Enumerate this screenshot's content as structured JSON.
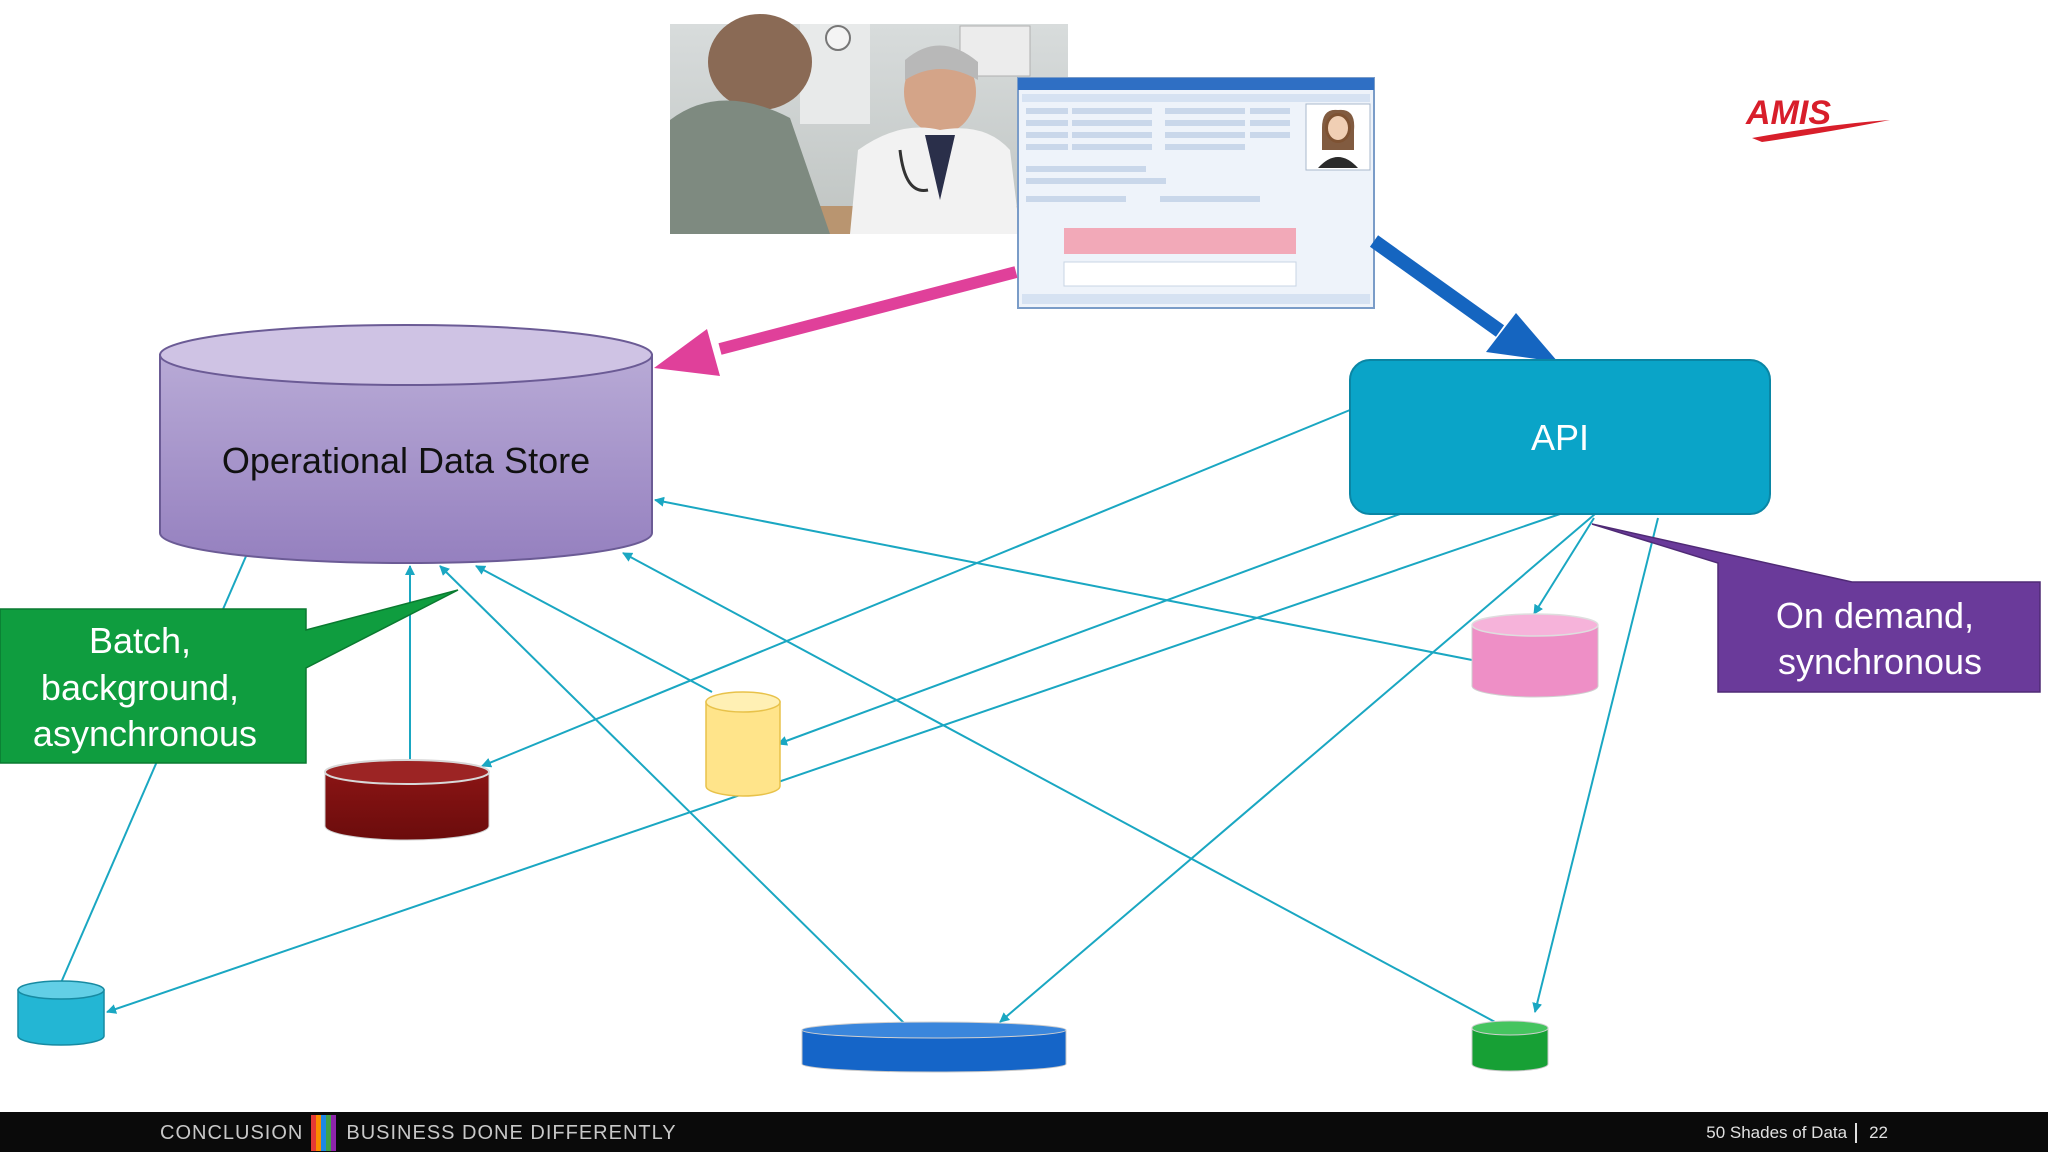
{
  "nodes": {
    "ods_label": "Operational Data Store",
    "api_label": "API"
  },
  "callouts": {
    "batch": [
      "Batch,",
      "background,",
      "asynchronous"
    ],
    "on_demand": [
      "On demand,",
      "synchronous"
    ]
  },
  "logo": {
    "text": "AMIS",
    "color": "#d81e2a"
  },
  "footer": {
    "section": "CONCLUSION",
    "tagline": "BUSINESS DONE DIFFERENTLY",
    "deck_title": "50 Shades of Data",
    "page_number": "22"
  },
  "colors": {
    "ods": "#a08fc4",
    "api": "#0aa4c8",
    "connector": "#1aa7c2",
    "pink_arrow": "#e0409a",
    "blue_arrow": "#1565c0",
    "batch_callout": "#0f9d3f",
    "on_demand_callout": "#6a3a9a",
    "db_dark_red": "#7b0f0f",
    "db_yellow": "#ffe48a",
    "db_pink": "#ee8fc6",
    "db_cyan": "#23b6d4",
    "db_blue": "#1565c8",
    "db_green": "#17a035"
  },
  "images": {
    "photo": "doctor-patient-photo",
    "screenshot": "patient-record-app-screenshot"
  }
}
